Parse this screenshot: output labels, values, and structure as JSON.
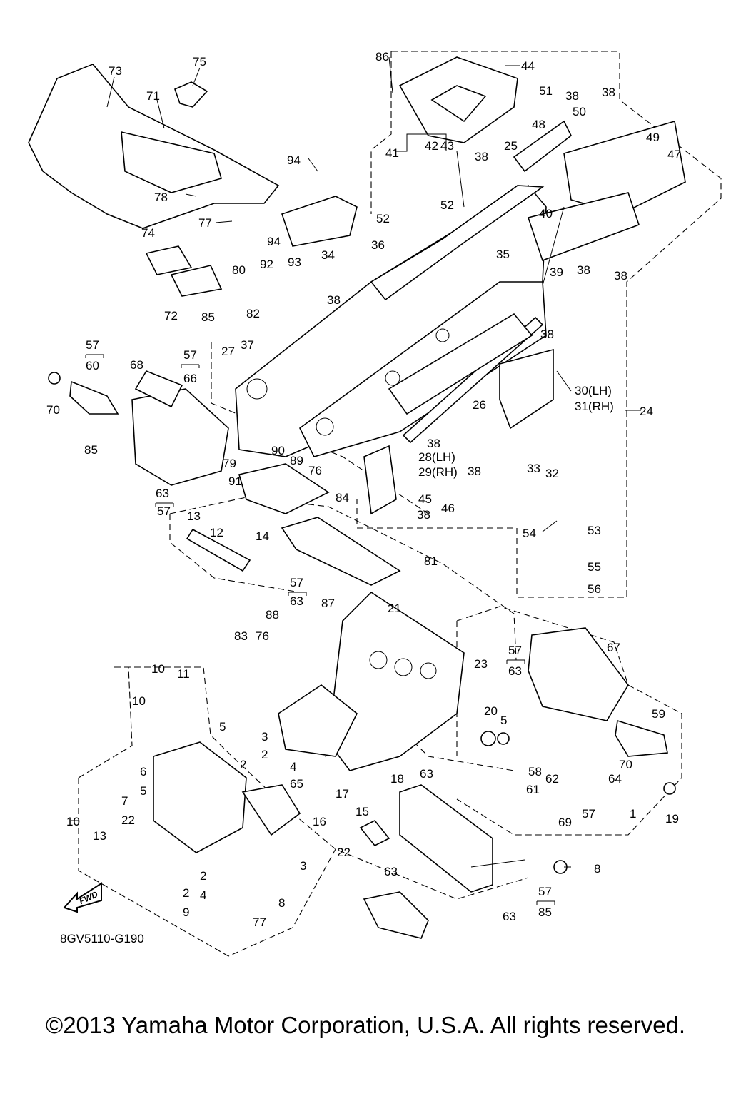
{
  "diagram_code": "8GV5110-G190",
  "copyright": "©2013 Yamaha Motor Corporation, U.S.A. All rights reserved.",
  "fwd_label": "FWD",
  "callouts": [
    "73",
    "75",
    "71",
    "78",
    "77",
    "74",
    "72",
    "94",
    "93",
    "92",
    "94",
    "80",
    "85",
    "82",
    "34",
    "38",
    "36",
    "52",
    "86",
    "44",
    "41",
    "42",
    "43",
    "38",
    "25",
    "51",
    "38",
    "38",
    "50",
    "48",
    "49",
    "47",
    "52",
    "40",
    "35",
    "39",
    "38",
    "38",
    "38",
    "27",
    "37",
    "24",
    "26",
    "30(LH)",
    "31(RH)",
    "33",
    "32",
    "57",
    "60",
    "70",
    "57",
    "66",
    "68",
    "85",
    "63",
    "57",
    "90",
    "79",
    "91",
    "89",
    "76",
    "84",
    "38",
    "28(LH)",
    "29(RH)",
    "38",
    "45",
    "46",
    "38",
    "54",
    "53",
    "55",
    "56",
    "13",
    "12",
    "14",
    "57",
    "63",
    "87",
    "88",
    "81",
    "21",
    "83",
    "76",
    "23",
    "67",
    "57",
    "63",
    "10",
    "11",
    "10",
    "5",
    "2",
    "3",
    "2",
    "4",
    "65",
    "59",
    "70",
    "19",
    "20",
    "5",
    "6",
    "5",
    "7",
    "22",
    "18",
    "17",
    "15",
    "63",
    "58",
    "61",
    "62",
    "64",
    "57",
    "1",
    "10",
    "13",
    "16",
    "22",
    "63",
    "69",
    "8",
    "3",
    "2",
    "4",
    "2",
    "9",
    "8",
    "77",
    "63",
    "57",
    "85"
  ]
}
